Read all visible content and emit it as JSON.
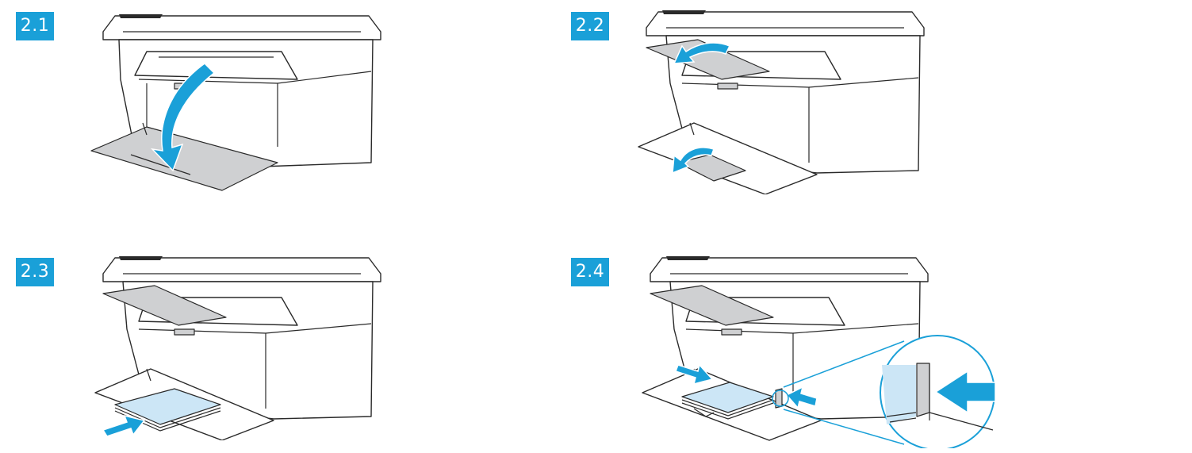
{
  "steps": [
    {
      "label": "2.1"
    },
    {
      "label": "2.2"
    },
    {
      "label": "2.3"
    },
    {
      "label": "2.4"
    }
  ],
  "colors": {
    "accent": "#1aa0d8",
    "paper": "#cce6f6",
    "tray_gray": "#cfd0d2"
  }
}
